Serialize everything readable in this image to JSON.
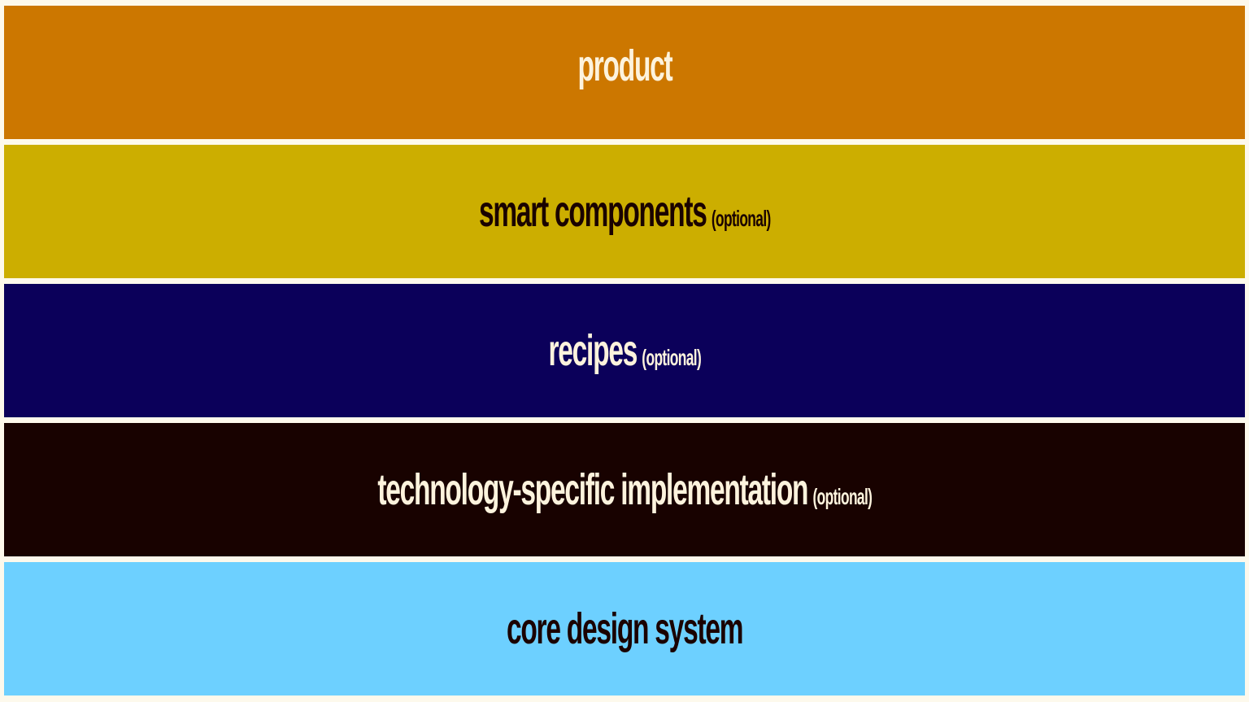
{
  "layers": [
    {
      "id": "product",
      "label": "product",
      "note": "",
      "bg": "#cc7700",
      "fg": "#fdf3dd"
    },
    {
      "id": "smart-components",
      "label": "smart components",
      "note": "(optional)",
      "bg": "#ccae00",
      "fg": "#1a0200"
    },
    {
      "id": "recipes",
      "label": "recipes",
      "note": "(optional)",
      "bg": "#0b005a",
      "fg": "#fdf3dd"
    },
    {
      "id": "tech-impl",
      "label": "technology-specific implementation",
      "note": "(optional)",
      "bg": "#180200",
      "fg": "#fdf3dd"
    },
    {
      "id": "core",
      "label": "core design system",
      "note": "",
      "bg": "#6dd0ff",
      "fg": "#1a0200"
    }
  ]
}
